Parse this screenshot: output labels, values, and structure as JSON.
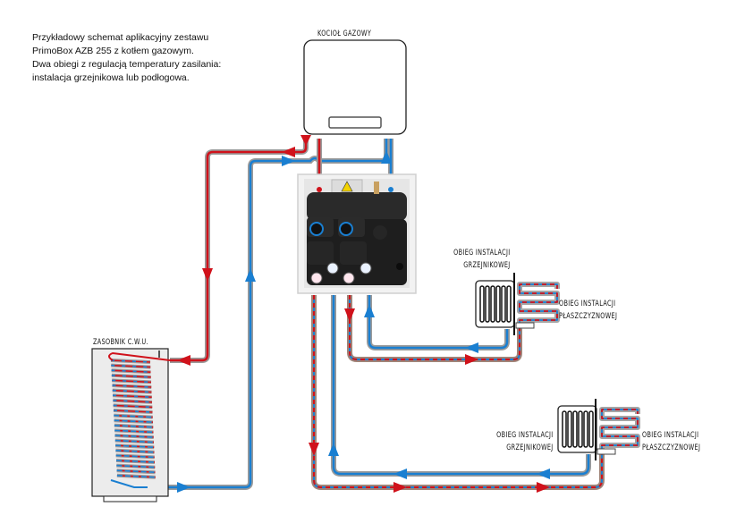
{
  "description": {
    "lines": [
      "Przykładowy schemat aplikacyjny zestawu",
      "PrimoBox AZB 255 z kotłem gazowym.",
      "Dwa obiegi z regulacją temperatury zasilania:",
      "instalacja grzejnikowa lub podłogowa."
    ]
  },
  "labels": {
    "boiler": "KOCIOŁ GAZOWY",
    "tank": "ZASOBNIK C.W.U.",
    "circuit1_radiator": [
      "OBIEG INSTALACJI",
      "GRZEJNIKOWEJ"
    ],
    "circuit1_surface": [
      "OBIEG INSTALACJI",
      "PŁASZCZYZNOWEJ"
    ],
    "circuit2_radiator": [
      "OBIEG INSTALACJI",
      "GRZEJNIKOWEJ"
    ],
    "circuit2_surface": [
      "OBIEG INSTALACJI",
      "PŁASZCZYZNOWEJ"
    ]
  },
  "colors": {
    "supply": "#d0121b",
    "return": "#1a7fd1",
    "pipe_outline": "#9a9a9a",
    "mixed_outline": "#a08478"
  },
  "icons": {
    "module_warning": "high-voltage-warning-icon"
  }
}
